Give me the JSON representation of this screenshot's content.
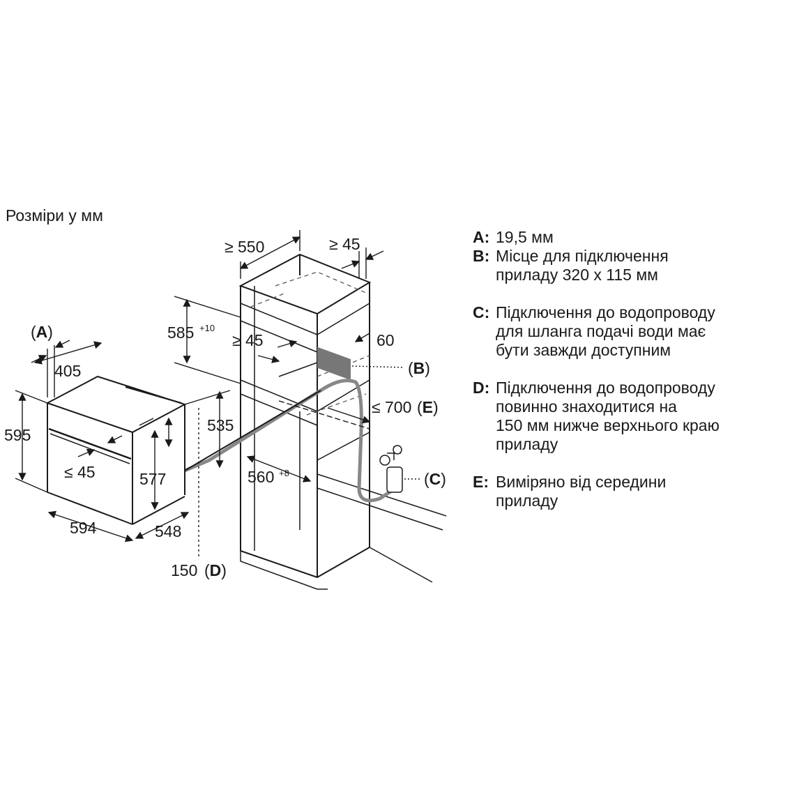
{
  "title": "Розміри у мм",
  "dimensions": {
    "d550": "≥ 550",
    "d45_top": "≥ 45",
    "d585": "585",
    "d585_tol": "+10",
    "d45_mid": "≥ 45",
    "d60": "60",
    "d700": "≤ 700",
    "d560": "560",
    "d560_tol": "+8",
    "d405": "405",
    "d595": "595",
    "d45_handle": "≤ 45",
    "d577": "577",
    "d535": "535",
    "d594": "594",
    "d548": "548",
    "d150": "150"
  },
  "markers": {
    "A": "A",
    "B": "B",
    "C": "C",
    "D": "D",
    "E": "E"
  },
  "legend": [
    {
      "key": "A:",
      "text": "19,5 мм"
    },
    {
      "key": "B:",
      "text": "Місце для підключення\nприладу 320 x 115 мм"
    },
    {
      "key": "C:",
      "text": "Підключення до водопроводу\nдля шланга подачі води має\nбути завжди доступним"
    },
    {
      "key": "D:",
      "text": "Підключення до водопроводу\nповинно знаходитися на\n150 мм нижче верхнього краю\nприладу"
    },
    {
      "key": "E:",
      "text": "Виміряно від середини\nприладу"
    }
  ]
}
